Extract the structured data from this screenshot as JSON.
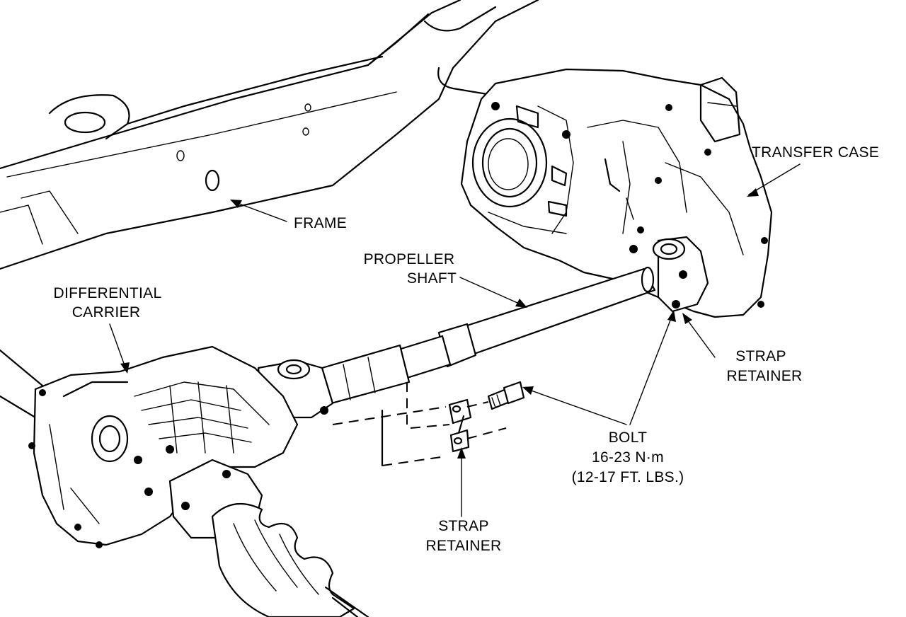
{
  "labels": {
    "frame": "FRAME",
    "transfer_case": "TRANSFER CASE",
    "propeller_shaft": [
      "PROPELLER",
      "SHAFT"
    ],
    "differential_carrier": [
      "DIFFERENTIAL",
      "CARRIER"
    ],
    "strap_retainer_right": [
      "STRAP",
      "RETAINER"
    ],
    "strap_retainer_bottom": [
      "STRAP",
      "RETAINER"
    ],
    "bolt": [
      "BOLT",
      "16-23 N·m",
      "(12-17 FT. LBS.)"
    ]
  }
}
